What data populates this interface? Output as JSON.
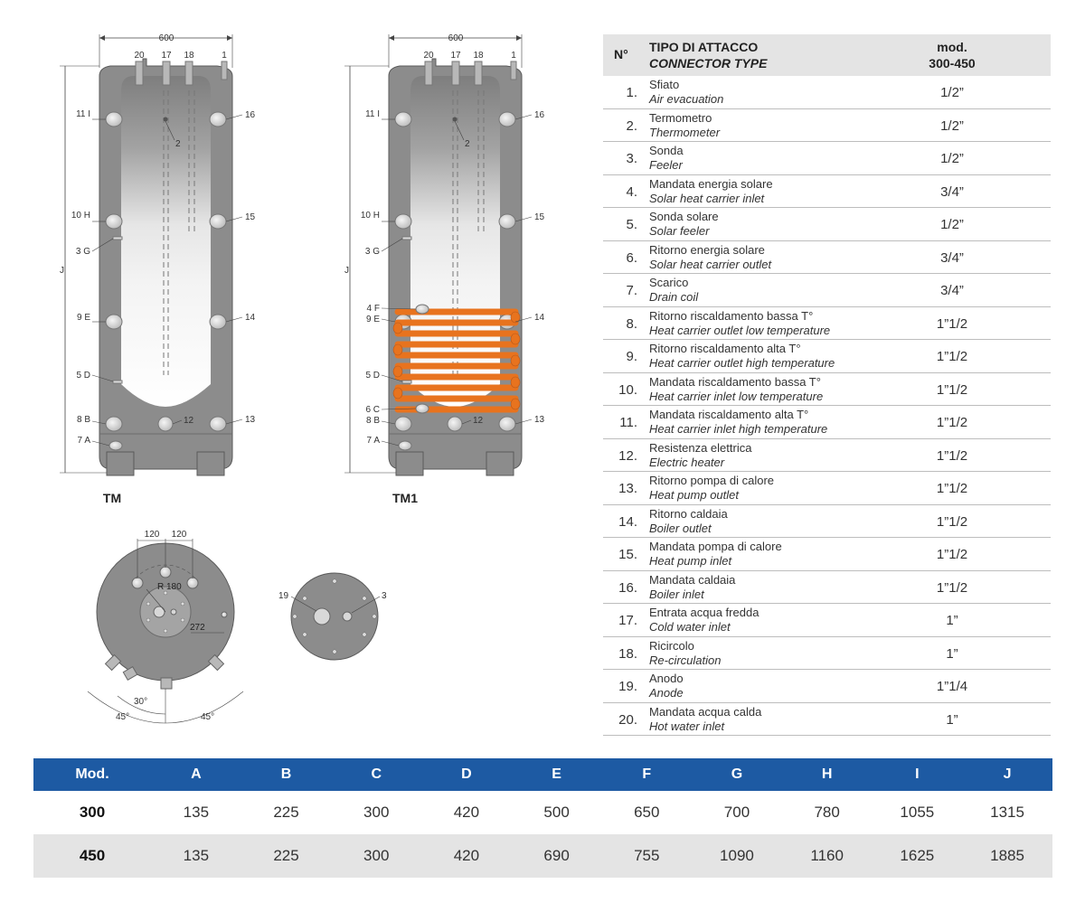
{
  "diagram": {
    "width_dim": "600",
    "top_ports": [
      "20",
      "17",
      "18",
      "1"
    ],
    "left_labels_tm": [
      "11 I",
      "10 H",
      "3 G",
      "9 E",
      "5 D",
      "8 B",
      "7 A"
    ],
    "left_labels_tm1": [
      "11 I",
      "10 H",
      "3 G",
      "4 F",
      "9 E",
      "5 D",
      "6 C",
      "8 B",
      "7 A"
    ],
    "right_labels": [
      "16",
      "15",
      "14",
      "13"
    ],
    "inner_labels": [
      "2",
      "12"
    ],
    "height_dim": "J",
    "tm_title": "TM",
    "tm1_title": "TM1",
    "top_view": {
      "dim_a": "120",
      "dim_b": "120",
      "radius": "R 180",
      "offset": "272",
      "angle_small": "30°",
      "angle_left": "45°",
      "angle_right": "45°"
    },
    "flange": {
      "label_left": "19",
      "label_right": "3"
    },
    "colors": {
      "tank_grey": "#8c8c8c",
      "coil_orange": "#e8731e",
      "header_blue": "#1d5aa3"
    }
  },
  "connectors": {
    "header": {
      "num": "N°",
      "type_it": "TIPO DI ATTACCO",
      "type_en": "CONNECTOR TYPE",
      "mod_line1": "mod.",
      "mod_line2": "300-450"
    },
    "rows": [
      {
        "num": "1.",
        "it": "Sfiato",
        "en": "Air evacuation",
        "val": "1/2”"
      },
      {
        "num": "2.",
        "it": "Termometro",
        "en": "Thermometer",
        "val": "1/2”"
      },
      {
        "num": "3.",
        "it": "Sonda",
        "en": "Feeler",
        "val": "1/2”"
      },
      {
        "num": "4.",
        "it": "Mandata energia solare",
        "en": "Solar heat carrier inlet",
        "val": "3/4”"
      },
      {
        "num": "5.",
        "it": "Sonda solare",
        "en": "Solar feeler",
        "val": "1/2”"
      },
      {
        "num": "6.",
        "it": "Ritorno energia solare",
        "en": "Solar heat carrier outlet",
        "val": "3/4”"
      },
      {
        "num": "7.",
        "it": "Scarico",
        "en": "Drain coil",
        "val": "3/4”"
      },
      {
        "num": "8.",
        "it": "Ritorno riscaldamento bassa T°",
        "en": "Heat carrier outlet low temperature",
        "val": "1”1/2"
      },
      {
        "num": "9.",
        "it": "Ritorno riscaldamento alta T°",
        "en": "Heat carrier outlet high temperature",
        "val": "1”1/2"
      },
      {
        "num": "10.",
        "it": "Mandata riscaldamento bassa T°",
        "en": "Heat carrier inlet low temperature",
        "val": "1”1/2"
      },
      {
        "num": "11.",
        "it": "Mandata riscaldamento alta T°",
        "en": "Heat carrier inlet high temperature",
        "val": "1”1/2"
      },
      {
        "num": "12.",
        "it": "Resistenza elettrica",
        "en": "Electric heater",
        "val": "1”1/2"
      },
      {
        "num": "13.",
        "it": "Ritorno pompa di calore",
        "en": "Heat pump outlet",
        "val": "1”1/2"
      },
      {
        "num": "14.",
        "it": "Ritorno caldaia",
        "en": "Boiler outlet",
        "val": "1”1/2"
      },
      {
        "num": "15.",
        "it": "Mandata pompa di calore",
        "en": "Heat pump inlet",
        "val": "1”1/2"
      },
      {
        "num": "16.",
        "it": "Mandata caldaia",
        "en": "Boiler inlet",
        "val": "1”1/2"
      },
      {
        "num": "17.",
        "it": "Entrata acqua fredda",
        "en": "Cold water inlet",
        "val": "1”"
      },
      {
        "num": "18.",
        "it": "Ricircolo",
        "en": "Re-circulation",
        "val": "1”"
      },
      {
        "num": "19.",
        "it": "Anodo",
        "en": "Anode",
        "val": "1”1/4"
      },
      {
        "num": "20.",
        "it": "Mandata acqua calda",
        "en": "Hot water inlet",
        "val": "1”"
      }
    ]
  },
  "dimensions": {
    "headers": [
      "Mod.",
      "A",
      "B",
      "C",
      "D",
      "E",
      "F",
      "G",
      "H",
      "I",
      "J"
    ],
    "rows": [
      [
        "300",
        "135",
        "225",
        "300",
        "420",
        "500",
        "650",
        "700",
        "780",
        "1055",
        "1315"
      ],
      [
        "450",
        "135",
        "225",
        "300",
        "420",
        "690",
        "755",
        "1090",
        "1160",
        "1625",
        "1885"
      ]
    ]
  }
}
